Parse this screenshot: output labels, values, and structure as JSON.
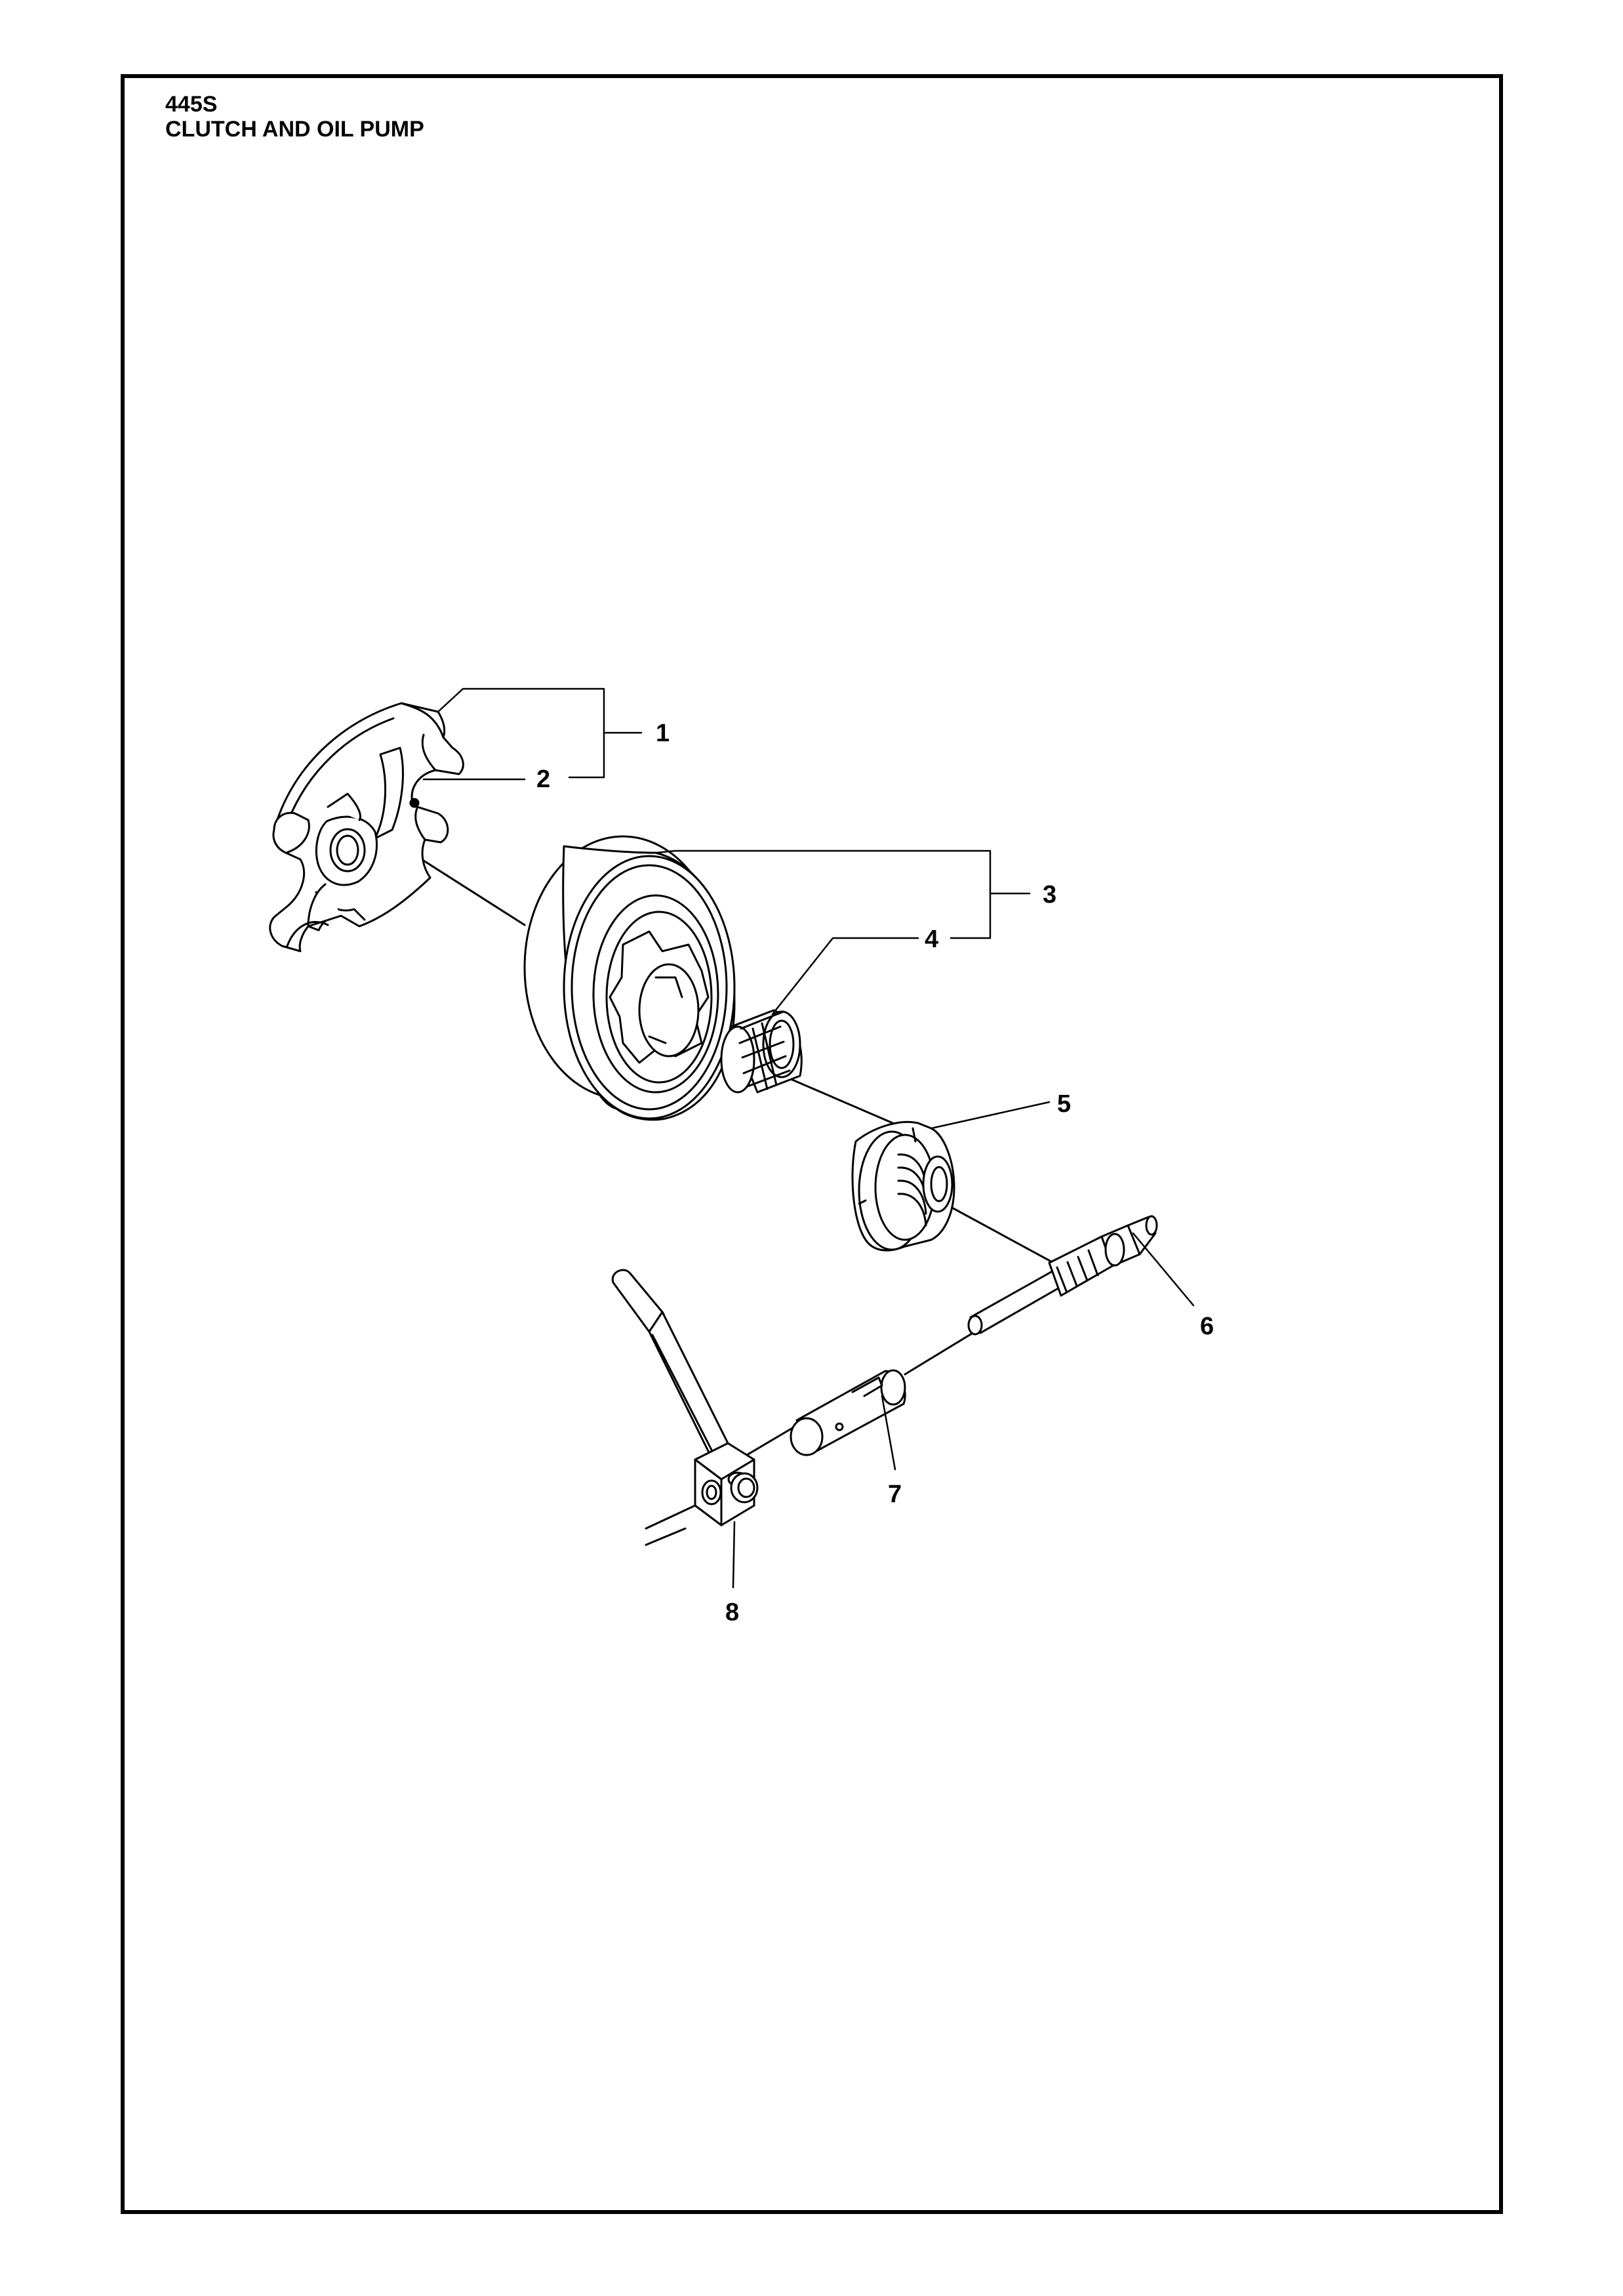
{
  "header": {
    "model": "445S",
    "title": "CLUTCH AND OIL PUMP"
  },
  "callouts": [
    {
      "id": "1",
      "label": "1"
    },
    {
      "id": "2",
      "label": "2"
    },
    {
      "id": "3",
      "label": "3"
    },
    {
      "id": "4",
      "label": "4"
    },
    {
      "id": "5",
      "label": "5"
    },
    {
      "id": "6",
      "label": "6"
    },
    {
      "id": "7",
      "label": "7"
    },
    {
      "id": "8",
      "label": "8"
    }
  ],
  "colors": {
    "line": "#000000",
    "fill": "#ffffff",
    "shade": "#e6e6e6"
  }
}
